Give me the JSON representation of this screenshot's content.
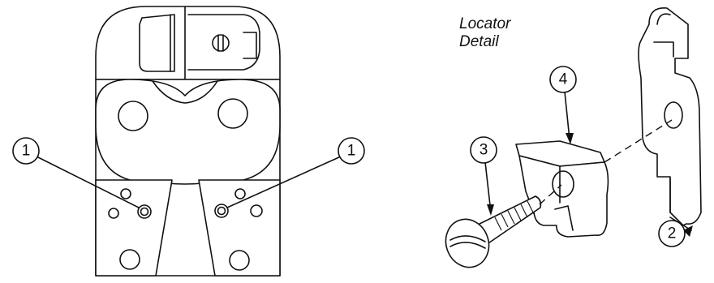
{
  "detail_title": {
    "line1": "Locator",
    "line2": "Detail"
  },
  "callouts": {
    "left_die_screw": "1",
    "right_die_screw": "1",
    "locator": "2",
    "screw": "3",
    "locator_block": "4"
  }
}
